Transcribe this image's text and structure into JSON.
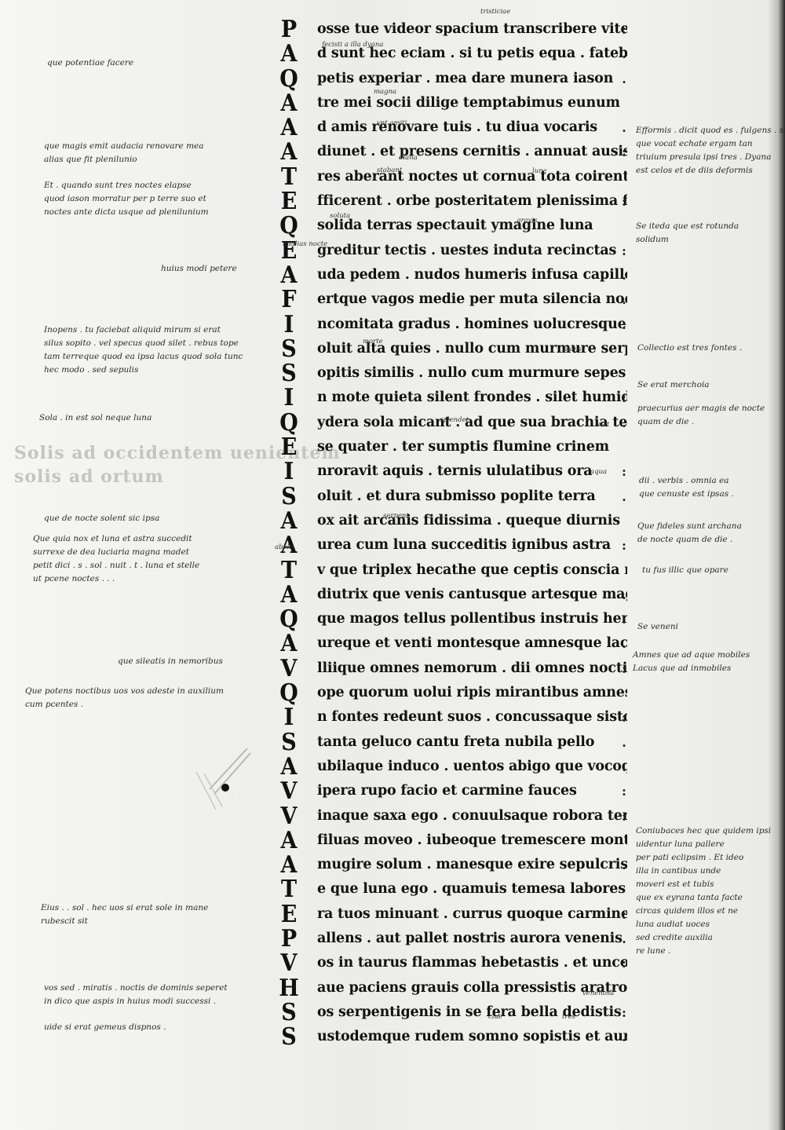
{
  "initials": [
    "P",
    "A",
    "Q",
    "A",
    "A",
    "A",
    "T",
    "E",
    "Q",
    "E",
    "A",
    "F",
    "I",
    "S",
    "S",
    "I",
    "Q",
    "E",
    "I",
    "S",
    "A",
    "A",
    "T",
    "A",
    "Q",
    "A",
    "V",
    "Q",
    "I",
    "S",
    "A",
    "V",
    "V",
    "A",
    "A",
    "T",
    "E",
    "P",
    "V",
    "H",
    "S",
    "S"
  ],
  "lines": [
    "osse tue videor spacium transcribere vite",
    "d sunt hec eciam . si tu petis equa . fatebor",
    "petis experiar . mea dare munera iason",
    "tre mei socii dilige temptabimus eunum",
    "d amis renovare tuis . tu diua vocaris",
    "diunet . et presens cernitis . annuat ausis",
    "res aberant noctes ut cornua tota coirent",
    "fficerent . orbe posteritatem plenissima fulsit",
    "solida terras spectauit ymagine luna",
    "greditur tectis . uestes induta recinctas",
    "uda pedem . nudos humeris infusa capillos",
    "ertque vagos medie per muta silencia noctis",
    "ncomitata gradus . homines uolucresque ferasque",
    "oluit alta quies . nullo cum murmure serpens",
    "opitis similis . nullo cum murmure sepes",
    "n mote quieta silent frondes . silet humidus aer",
    "ydera sola micant . ad que sua brachia tendens",
    "se quater . ter sumptis flumine crinem",
    "nroravit aquis . ternis ululatibus ora",
    "oluit . et dura submisso poplite terra",
    "ox ait arcanis fidissima . queque diurnis",
    "urea cum luna succeditis ignibus astra",
    "v que triplex hecathe que ceptis conscia nostris",
    "diutrix que venis cantusque artesque magorum",
    "que magos tellus pollentibus instruis herbis",
    "ureque et venti montesque amnesque lacusque",
    "lliique omnes nemorum . dii omnes noctis adeste",
    "ope quorum uolui ripis mirantibus amnes",
    "n fontes redeunt suos . concussaque sisto",
    "tanta geluco cantu freta nubila pello",
    "ubilaque induco . uentos abigo que vocoque",
    "ipera rupo facio et carmine fauces",
    "inaque saxa ego . conuulsaque robora terre",
    "filuas moveo . iubeoque tremescere montes",
    "mugire solum . manesque exire sepulcris",
    "e que luna ego . quamuis temesa labores",
    "ra tuos minuant . currus quoque carmine nostro",
    "allens . aut pallet nostris aurora venenis",
    "os in taurus flammas hebetastis . et unco",
    "aue paciens grauis colla pressistis aratro",
    "os serpentigenis in se fera bella dedistis",
    "ustodemque rudem somno sopistis et aurum"
  ],
  "punctuation": [
    ":",
    ".",
    ".",
    "",
    ".",
    ":",
    "",
    ":",
    "",
    ":",
    ".",
    ".",
    ":",
    "",
    "",
    ":",
    ".",
    "",
    ":",
    ".",
    "",
    ":",
    "",
    ".",
    ":",
    ".",
    ":",
    "",
    ":",
    ".",
    ".",
    ":",
    ":",
    "",
    ".",
    "",
    ":",
    ".",
    ":",
    "",
    ":",
    "."
  ],
  "left_glosses": [
    "que potentiae facere",
    "que magis emit audacia renovare mea\nalias que fit plenilunio",
    "Et . quando sunt tres noctes elapse\nquod iason morratur per p terre suo et\nnoctes ante dicta usque ad plenilunium",
    "huius modi petere",
    "Inopens . tu faciebat aliquid mirum si erat\nsilus sopito . vel specus quod silet . rebus tope\ntam terreque quod ea ipsa lacus quod sola tunc\nhec modo . sed sepulis",
    "Sola . in est sol neque luna",
    "que de nocte solent sic ipsa",
    "Que quia nox et luna et astra succedit\nsurrexe de dea luciaria magna madet\npetit dici . s . sol . nuit . t . luna et stelle\nut pcene noctes . . .",
    "que sileatis in nemoribus",
    "Que potens noctibus uos vos adeste in auxilium\ncum pcentes .",
    "Eius . . sol . hec uos si erat sole in mane\nrubescit sit",
    "vos sed . miratis . noctis de dominis seperet\nin dico que aspis in huius modi successi .",
    "uide si erat gemeus dispnos ."
  ],
  "right_glosses": [
    "Efformis . dicit quod es . fulgens . sicut non\nque vocat echate ergam tan\ntriuium presula ipsi tres . Dyana\nest celos et de diis deformis",
    "Se iteda que est rotunda\nsolidum",
    "Collectio est tres fontes .",
    "Se erat merchoia",
    "praecurius aer magis de nocte\nquam de die .",
    "dii . verbis . omnia ea\nque cenuste est ipsas .",
    "Que fideles sunt archana\nde nocte quam de die .",
    "tu fus illic que opare",
    "Se veneni",
    "Amnes que ad aque mobiles\nLacus que ad inmobiles",
    "Coniubaces hec que quidem ipsi\nuidentur luna pallere\nper pati eclipsim . Et ideo\nilla in cantibus unde\nmoveri est et tubis\nque ex eyrana tanta facte\ncircas quidem illos et ne\nluna audiat uoces\nsed credite auxilia\nre lune ."
  ],
  "interlinear": [
    "tristiciae",
    "fecisti a illa dyana",
    "magna",
    "vnt amiti",
    "diana",
    "stabant",
    "lune",
    "medias nocte",
    "soluta",
    "gravis",
    "splendet",
    "morte",
    "stans",
    "stat",
    "aqua",
    "serpent",
    "abola",
    "venenosa",
    "tres",
    "ciue"
  ],
  "ghost_text": "Solis ad occidentem uenientem\nsolis ad ortum"
}
